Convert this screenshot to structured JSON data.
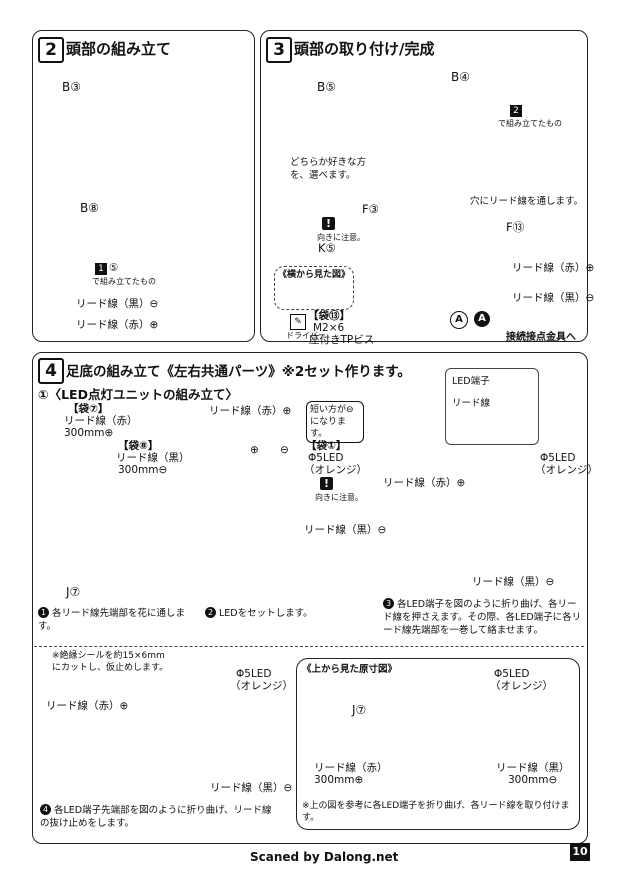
{
  "s2": {
    "num": "2",
    "title": "頭部の組み立て",
    "b3": "B③",
    "b8": "B⑧",
    "badge": "1",
    "badge_n": "⑤",
    "badge_sub": "で組み立てたもの",
    "lead_black": "リード線（黒）⊖",
    "lead_red": "リード線（赤）⊕"
  },
  "s3": {
    "num": "3",
    "title": "頭部の取り付け/完成",
    "b5": "B⑤",
    "b4": "B④",
    "badge": "2",
    "badge_sub": "で組み立てたもの",
    "choose": "どちらか好きな方を、選べます。",
    "f3": "F③",
    "f13": "F⑬",
    "hole": "穴にリード線を通します。",
    "warn_note": "向きに注意。",
    "k5": "K⑤",
    "side_view": "《横から見た図》",
    "lead_red": "リード線（赤）⊕",
    "lead_black": "リード線（黒）⊖",
    "bag": "【袋⑬】",
    "screw1": "M2×6",
    "screw2": "座付きTPビス",
    "driver_note": "ドライバー",
    "marker_a": "A",
    "conn": "接続接点金具へ"
  },
  "s4": {
    "num": "4",
    "title": "足底の組み立て《左右共通パーツ》※2セット作ります。",
    "sub": "①〈LED点灯ユニットの組み立て〉",
    "bag7": "【袋⑦】",
    "lr1": "リード線（赤）",
    "lr2": "300mm⊕",
    "bag8": "【袋⑧】",
    "lb1": "リード線（黒）",
    "lb2": "300mm⊖",
    "j7": "J⑦",
    "lead_red": "リード線（赤）⊕",
    "short": "短い方が⊖になります。",
    "minus": "⊖",
    "plus": "⊕",
    "bag1": "【袋①】",
    "led1": "Φ5LED",
    "led2": "（オレンジ）",
    "warn_note": "向きに注意。",
    "lead_black": "リード線（黒）⊖",
    "led_term": "LED端子",
    "lead_line": "リード線",
    "lead_red_r": "リード線（赤）⊕",
    "led_r1": "Φ5LED",
    "led_r2": "（オレンジ）",
    "lead_black_r": "リード線（黒）⊖",
    "cap1": "各リード線先端部を花に通します。",
    "cap2": "LEDをセットします。",
    "cap3": "各LED端子を図のように折り曲げ、各リード線を押さえます。その際、各LED端子に各リード線先端部を一巻して絡ませます。",
    "insul": "※絶縁シールを約15×6mmにカットし、仮止めします。",
    "led_b1": "Φ5LED",
    "led_b2": "（オレンジ）",
    "lead_red_b": "リード線（赤）⊕",
    "lead_black_b": "リード線（黒）⊖",
    "cap4": "各LED端子先端部を図のように折り曲げ、リード線の抜け止めをします。",
    "top_view": "《上から見た原寸図》",
    "led_t1": "Φ5LED",
    "led_t2": "（オレンジ）",
    "j7b": "J⑦",
    "tr1": "リード線（赤）",
    "tr2": "300mm⊕",
    "tb1": "リード線（黒）",
    "tb2": "300mm⊖",
    "top_note": "※上の図を参考に各LED端子を折り曲げ、各リード線を取り付けます。"
  },
  "footer": {
    "credit": "Scaned by Dalong.net",
    "page": "10"
  }
}
